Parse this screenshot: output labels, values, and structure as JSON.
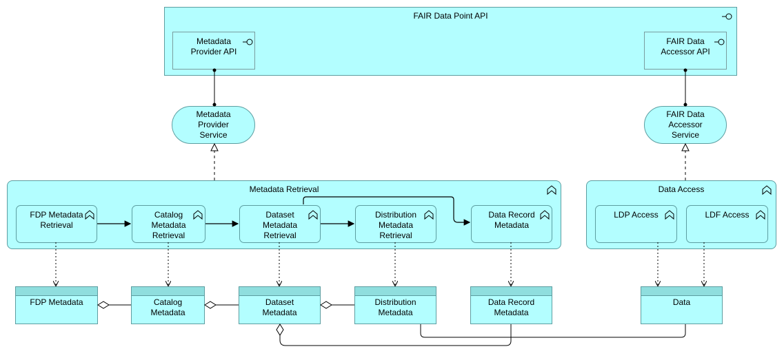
{
  "api": {
    "title": "FAIR Data Point API",
    "metadata_provider_api": "Metadata\nProvider API",
    "fair_data_accessor_api": "FAIR Data\nAccessor API"
  },
  "services": {
    "metadata_provider": "Metadata\nProvider\nService",
    "fair_data_accessor": "FAIR Data\nAccessor\nService"
  },
  "metadata_retrieval": {
    "title": "Metadata Retrieval",
    "fdp": "FDP Metadata\nRetrieval",
    "catalog": "Catalog\nMetadata\nRetrieval",
    "dataset": "Dataset\nMetadata\nRetrieval",
    "distribution": "Distribution\nMetadata\nRetrieval",
    "data_record": "Data Record\nMetadata"
  },
  "data_access": {
    "title": "Data Access",
    "ldp": "LDP Access",
    "ldf": "LDF Access"
  },
  "data_objects": {
    "fdp_metadata": "FDP Metadata",
    "catalog_metadata": "Catalog\nMetadata",
    "dataset_metadata": "Dataset\nMetadata",
    "distribution_metadata": "Distribution\nMetadata",
    "data_record_metadata": "Data Record\nMetadata",
    "data": "Data"
  },
  "colors": {
    "fill": "#b3feff",
    "border": "#5c9da0",
    "band": "#8fdede"
  }
}
